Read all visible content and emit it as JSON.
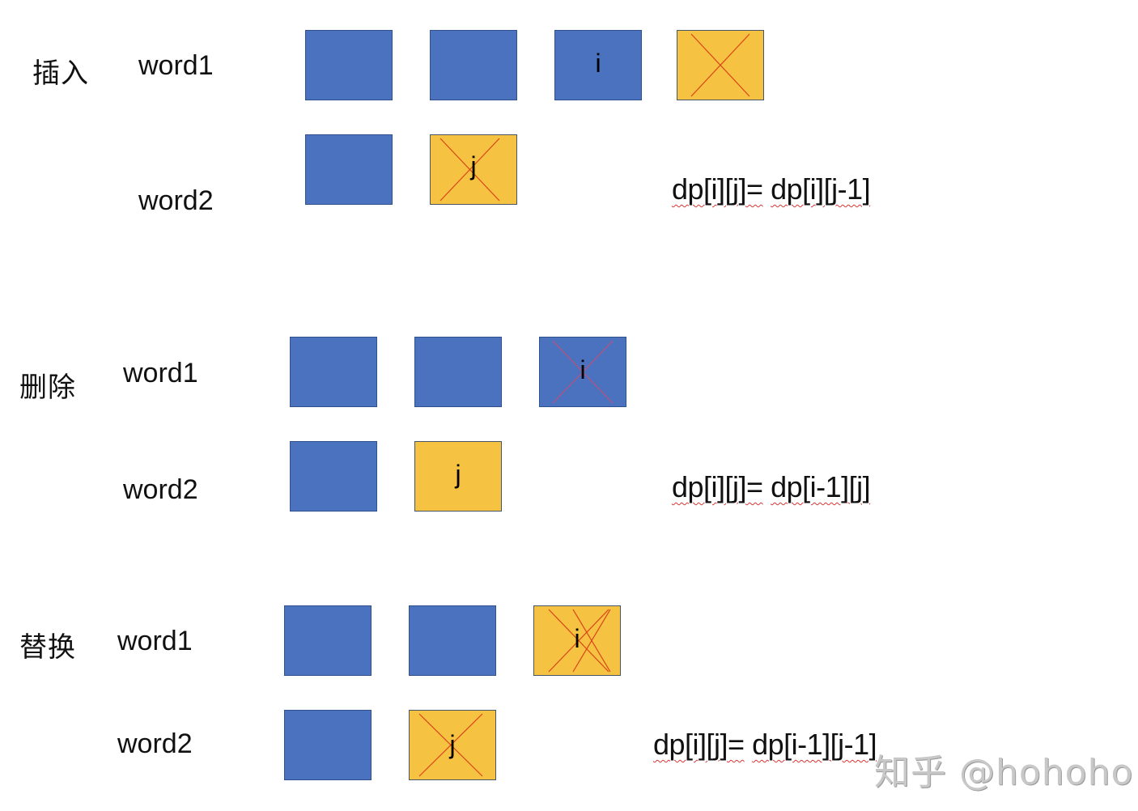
{
  "colors": {
    "blue": "#4a72bf",
    "yellow": "#f5c242",
    "cross": "#d9431a",
    "cross_on_blue": "#c0507a"
  },
  "sections": [
    {
      "op_label": "插入",
      "word1_label": "word1",
      "word2_label": "word2",
      "word1_cells": [
        {
          "color": "blue",
          "letter": "",
          "crossed": false
        },
        {
          "color": "blue",
          "letter": "",
          "crossed": false
        },
        {
          "color": "blue",
          "letter": "i",
          "crossed": false
        },
        {
          "color": "yellow",
          "letter": "",
          "crossed": true
        }
      ],
      "word2_cells": [
        {
          "color": "blue",
          "letter": "",
          "crossed": false
        },
        {
          "color": "yellow",
          "letter": "j",
          "crossed": true
        }
      ],
      "formula_lhs": "dp[i][j]=",
      "formula_rhs": "dp[i][j-1]"
    },
    {
      "op_label": "删除",
      "word1_label": "word1",
      "word2_label": "word2",
      "word1_cells": [
        {
          "color": "blue",
          "letter": "",
          "crossed": false
        },
        {
          "color": "blue",
          "letter": "",
          "crossed": false
        },
        {
          "color": "blue",
          "letter": "i",
          "crossed": true
        }
      ],
      "word2_cells": [
        {
          "color": "blue",
          "letter": "",
          "crossed": false
        },
        {
          "color": "yellow",
          "letter": "j",
          "crossed": false
        }
      ],
      "formula_lhs": "dp[i][j]=",
      "formula_rhs": "dp[i-1][j]"
    },
    {
      "op_label": "替换",
      "word1_label": "word1",
      "word2_label": "word2",
      "word1_cells": [
        {
          "color": "blue",
          "letter": "",
          "crossed": false
        },
        {
          "color": "blue",
          "letter": "",
          "crossed": false
        },
        {
          "color": "yellow",
          "letter": "i",
          "crossed": true
        }
      ],
      "word2_cells": [
        {
          "color": "blue",
          "letter": "",
          "crossed": false
        },
        {
          "color": "yellow",
          "letter": "j",
          "crossed": true
        }
      ],
      "formula_lhs": "dp[i][j]=",
      "formula_rhs": "dp[i-1][j-1]"
    }
  ],
  "watermark": "知乎 @hohoho"
}
